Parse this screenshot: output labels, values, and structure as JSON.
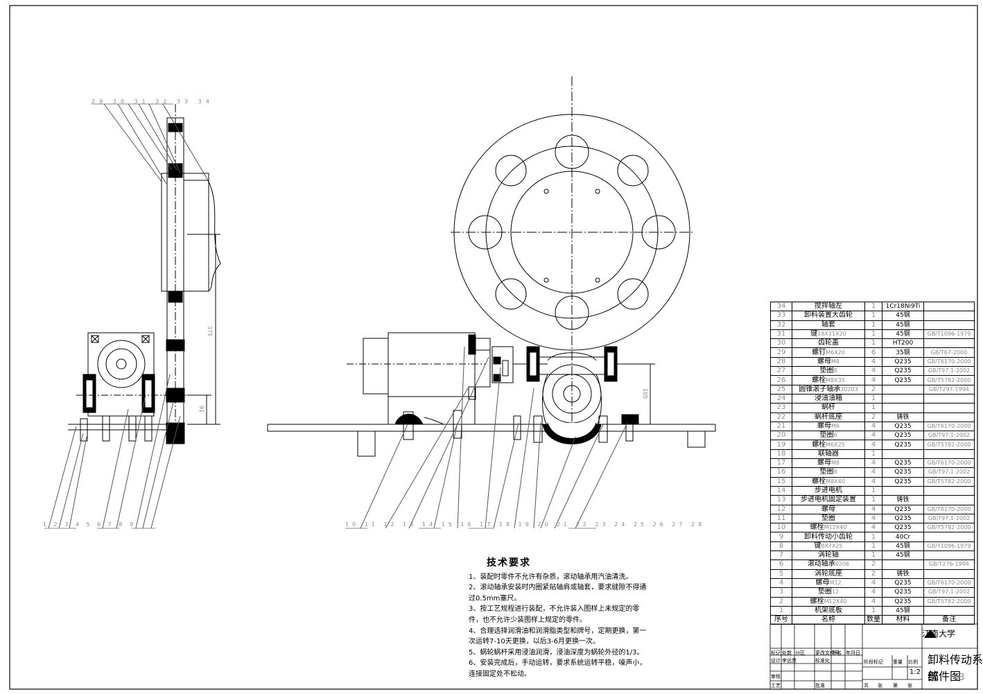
{
  "technical_requirements": {
    "title": "技术要求",
    "items": [
      "1、装配时零件不允许有杂质，滚动轴承用汽油清洗。",
      "2、滚动轴承安装时内圈紧贴轴肩或轴套，要求缝隙不得通",
      "过0.5mm塞尺。",
      "3、按工艺规程进行装配，不允许装入图样上未规定的零",
      "件，也不允许少装图样上规定的零件。",
      "4、合理选择润滑油和润滑脂类型和牌号，定期更换，第一",
      "次运转7-10天更换，以后3-6月更换一次。",
      "5、蜗轮蜗杆采用浸油润滑，浸油深度为蜗轮外径的1/3。",
      "6、安装完成后，手动运转，要求系统运转平稳，噪声小，",
      "连接固定处不松动。"
    ]
  },
  "bom": {
    "rows": [
      {
        "no": "34",
        "name": "搅拌轴左",
        "spec": "",
        "qty": "1",
        "material": "1Cr18Ni9Ti",
        "remark": ""
      },
      {
        "no": "33",
        "name": "卸料装置大齿轮",
        "spec": "",
        "qty": "1",
        "material": "45钢",
        "remark": ""
      },
      {
        "no": "32",
        "name": "轴套",
        "spec": "",
        "qty": "1",
        "material": "45钢",
        "remark": ""
      },
      {
        "no": "31",
        "name": "键",
        "spec": "18X11X20",
        "qty": "1",
        "material": "45钢",
        "remark": "GB/T1096-1979"
      },
      {
        "no": "30",
        "name": "齿轮盖",
        "spec": "",
        "qty": "1",
        "material": "HT200",
        "remark": ""
      },
      {
        "no": "29",
        "name": "螺钉",
        "spec": "M6X20",
        "qty": "6",
        "material": "35钢",
        "remark": "GB/T67-2000"
      },
      {
        "no": "28",
        "name": "螺母",
        "spec": "M8",
        "qty": "4",
        "material": "Q235",
        "remark": "GB/T6170-2000"
      },
      {
        "no": "27",
        "name": "垫圈",
        "spec": "8",
        "qty": "4",
        "material": "Q235",
        "remark": "GB/T97.1-2002"
      },
      {
        "no": "26",
        "name": "螺栓",
        "spec": "M8X35",
        "qty": "4",
        "material": "Q235",
        "remark": "GB/T5782-2000"
      },
      {
        "no": "25",
        "name": "圆锥滚子轴承",
        "spec": "30203",
        "qty": "2",
        "material": "",
        "remark": "GB/T297-1994"
      },
      {
        "no": "24",
        "name": "浸油油箱",
        "spec": "",
        "qty": "1",
        "material": "",
        "remark": ""
      },
      {
        "no": "23",
        "name": "蜗杆",
        "spec": "",
        "qty": "1",
        "material": "",
        "remark": ""
      },
      {
        "no": "22",
        "name": "蜗杆底座",
        "spec": "",
        "qty": "2",
        "material": "铸铁",
        "remark": ""
      },
      {
        "no": "21",
        "name": "螺母",
        "spec": "M6",
        "qty": "4",
        "material": "Q235",
        "remark": "GB/T6170-2000"
      },
      {
        "no": "20",
        "name": "垫圈",
        "spec": "6",
        "qty": "4",
        "material": "Q235",
        "remark": "GB/T97.1-2002"
      },
      {
        "no": "19",
        "name": "螺栓",
        "spec": "M6X25",
        "qty": "4",
        "material": "Q235",
        "remark": "GB/T5782-2000"
      },
      {
        "no": "18",
        "name": "联轴器",
        "spec": "",
        "qty": "1",
        "material": "",
        "remark": ""
      },
      {
        "no": "17",
        "name": "螺母",
        "spec": "M8",
        "qty": "4",
        "material": "Q235",
        "remark": "GB/T6170-2000"
      },
      {
        "no": "16",
        "name": "垫圈",
        "spec": "8",
        "qty": "4",
        "material": "Q235",
        "remark": "GB/T97.1-2002"
      },
      {
        "no": "15",
        "name": "螺栓",
        "spec": "M8X40",
        "qty": "4",
        "material": "Q235",
        "remark": "GB/T5782-2000"
      },
      {
        "no": "14",
        "name": "步进电机",
        "spec": "",
        "qty": "1",
        "material": "",
        "remark": ""
      },
      {
        "no": "13",
        "name": "步进电机固定装置",
        "spec": "",
        "qty": "1",
        "material": "铸铁",
        "remark": ""
      },
      {
        "no": "12",
        "name": "螺母",
        "spec": "",
        "qty": "4",
        "material": "Q235",
        "remark": "GB/T6170-2000"
      },
      {
        "no": "11",
        "name": "垫圈",
        "spec": "",
        "qty": "4",
        "material": "Q235",
        "remark": "GB/T97.1-2002"
      },
      {
        "no": "10",
        "name": "螺栓",
        "spec": "M12X40",
        "qty": "4",
        "material": "Q235",
        "remark": "GB/T5782-2000"
      },
      {
        "no": "9",
        "name": "卸料传动小齿轮",
        "spec": "",
        "qty": "1",
        "material": "40Cr",
        "remark": ""
      },
      {
        "no": "8",
        "name": "键",
        "spec": "8X7X25",
        "qty": "1",
        "material": "45钢",
        "remark": "GB/T1096-1979"
      },
      {
        "no": "7",
        "name": "涡轮轴",
        "spec": "",
        "qty": "1",
        "material": "45钢",
        "remark": ""
      },
      {
        "no": "6",
        "name": "滚动轴承",
        "spec": "6206",
        "qty": "2",
        "material": "",
        "remark": "GB/T276-1994"
      },
      {
        "no": "5",
        "name": "涡轮底座",
        "spec": "",
        "qty": "2",
        "material": "铸铁",
        "remark": ""
      },
      {
        "no": "4",
        "name": "螺母",
        "spec": "M12",
        "qty": "4",
        "material": "Q235",
        "remark": "GB/T6170-2000"
      },
      {
        "no": "3",
        "name": "垫圈",
        "spec": "12",
        "qty": "4",
        "material": "Q235",
        "remark": "GB/T97.1-2002"
      },
      {
        "no": "2",
        "name": "螺栓",
        "spec": "M12X40",
        "qty": "4",
        "material": "Q235",
        "remark": "GB/T5782-2000"
      },
      {
        "no": "1",
        "name": "机架底板",
        "spec": "",
        "qty": "1",
        "material": "45钢",
        "remark": ""
      }
    ],
    "header": {
      "no": "序号",
      "name": "名称",
      "qty": "数量",
      "material": "材料",
      "remark": "备注"
    }
  },
  "title_block": {
    "school": "江南大学",
    "drawing_name": "卸料传动系统",
    "drawing_type": "部件图",
    "drawing_no": "03",
    "scale": "1:2",
    "labels": [
      "标记",
      "处数",
      "分区",
      "更改文件号",
      "签名",
      "年月日",
      "设计",
      "李远贵",
      "标准化",
      "审核",
      "工艺",
      "批准",
      "阶段标记",
      "重量",
      "比例",
      "共",
      "张",
      "第",
      "张"
    ]
  },
  "leaders": {
    "left_top": [
      "29",
      "30",
      "31",
      "32",
      "33",
      "34"
    ],
    "left_bottom": [
      "1",
      "2",
      "3",
      "4",
      "5",
      "6",
      "7",
      "8",
      "9"
    ],
    "center_bottom": [
      "10",
      "11",
      "12",
      "13",
      "14",
      "15",
      "16",
      "17",
      "18",
      "19",
      "20",
      "21",
      "22",
      "23",
      "24",
      "25",
      "26",
      "27",
      "28"
    ]
  },
  "dimensions": {
    "d1": "375",
    "d2": "91",
    "d3": "105"
  }
}
